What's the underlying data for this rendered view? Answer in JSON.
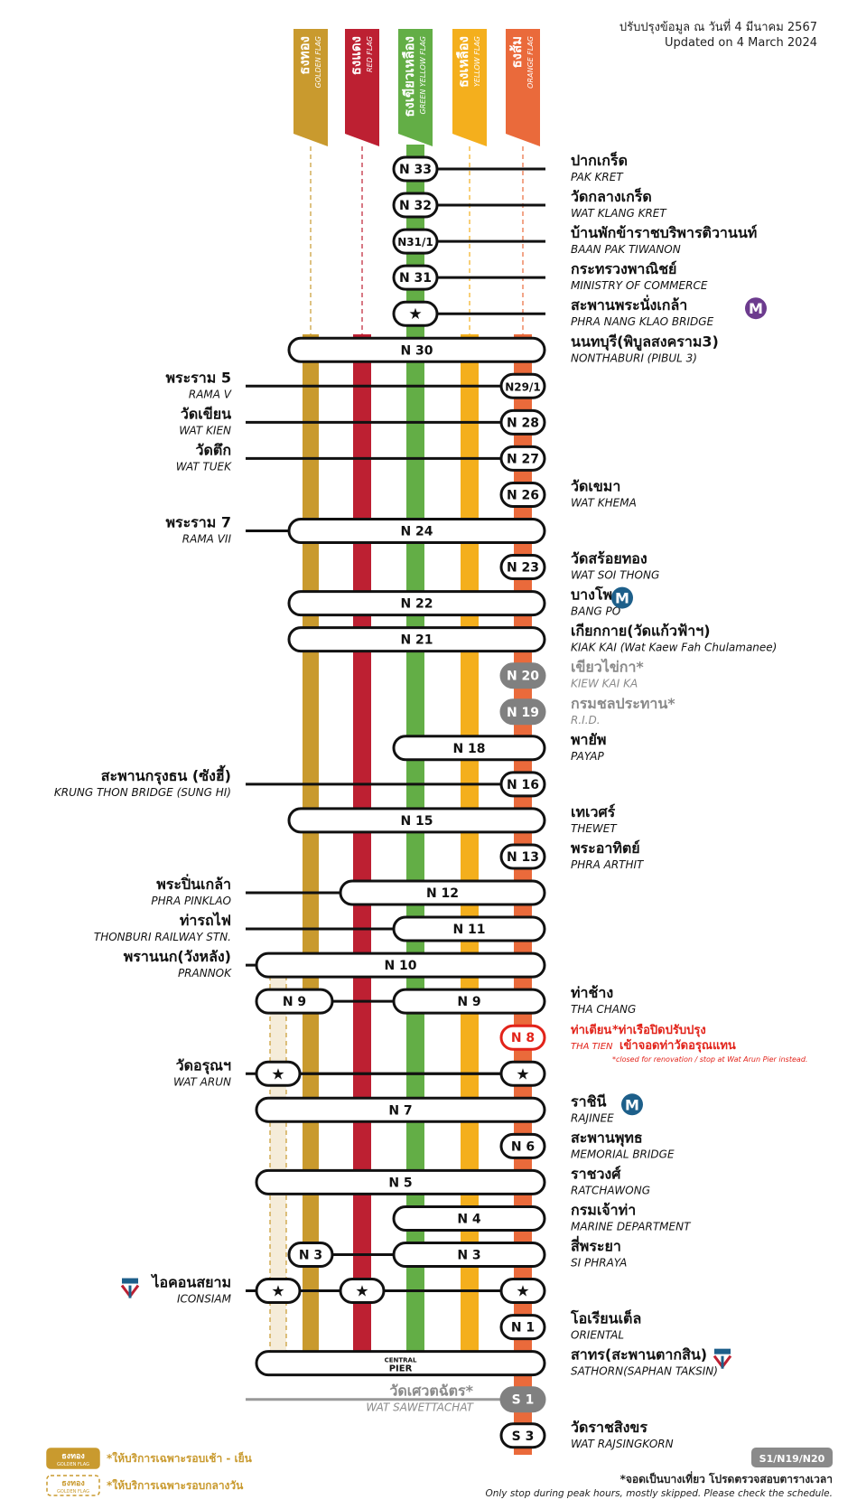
{
  "updated": {
    "thai": "ปรับปรุงข้อมูล ณ วันที่ 4 มีนาคม 2567",
    "english": "Updated on 4 March 2024"
  },
  "colors": {
    "gold": "#c99a2e",
    "red": "#bd2032",
    "green": "#63ae46",
    "yellow": "#f4af1d",
    "orange": "#ea6a3b",
    "cream": "#f5ecd9",
    "grey": "#7f7f7f",
    "alert": "#e2231a",
    "ink": "#1a1a1a",
    "mrt_blue": "#1d5f8a",
    "mrt_purple": "#6c3b8e"
  },
  "flags": [
    {
      "key": "gold",
      "thai": "ธงทอง",
      "english": "GOLDEN FLAG"
    },
    {
      "key": "red",
      "thai": "ธงแดง",
      "english": "RED FLAG"
    },
    {
      "key": "green",
      "thai": "ธงเขียวเหลือง",
      "english": "GREEN YELLOW FLAG"
    },
    {
      "key": "yellow",
      "thai": "ธงเหลือง",
      "english": "YELLOW FLAG"
    },
    {
      "key": "orange",
      "thai": "ธงส้ม",
      "english": "ORANGE FLAG"
    }
  ],
  "stations": [
    {
      "code": "N 33",
      "thai": "ปากเกร็ด",
      "english": "PAK KRET",
      "side": "right",
      "pills": [
        [
          "green"
        ]
      ]
    },
    {
      "code": "N 32",
      "thai": "วัดกลางเกร็ด",
      "english": "WAT KLANG KRET",
      "side": "right",
      "pills": [
        [
          "green"
        ]
      ]
    },
    {
      "code": "N31/1",
      "thai": "บ้านพักข้าราชบริพารติวานนท์",
      "english": "BAAN PAK TIWANON",
      "side": "right",
      "pills": [
        [
          "green"
        ]
      ]
    },
    {
      "code": "N 31",
      "thai": "กระทรวงพาณิชย์",
      "english": "MINISTRY OF COMMERCE",
      "side": "right",
      "pills": [
        [
          "green"
        ]
      ]
    },
    {
      "code": "★",
      "thai": "สะพานพระนั่งเกล้า",
      "english": "PHRA NANG KLAO BRIDGE",
      "side": "right",
      "pills": [
        [
          "green"
        ]
      ],
      "icon": "purple-line"
    },
    {
      "code": "N 30",
      "thai": "นนทบุรี(พิบูลสงคราม3)",
      "english": "NONTHABURI (PIBUL 3)",
      "side": "right",
      "pills": [
        [
          "gold",
          "orange"
        ]
      ]
    },
    {
      "code": "N29/1",
      "thai": "พระราม 5",
      "english": "RAMA V",
      "side": "left",
      "pills": [
        [
          "orange"
        ]
      ]
    },
    {
      "code": "N 28",
      "thai": "วัดเขียน",
      "english": "WAT KIEN",
      "side": "left",
      "pills": [
        [
          "orange"
        ]
      ]
    },
    {
      "code": "N 27",
      "thai": "วัดตึก",
      "english": "WAT TUEK",
      "side": "left",
      "pills": [
        [
          "orange"
        ]
      ]
    },
    {
      "code": "N 26",
      "thai": "วัดเขมา",
      "english": "WAT KHEMA",
      "side": "right",
      "pills": [
        [
          "orange"
        ]
      ]
    },
    {
      "code": "N 24",
      "thai": "พระราม 7",
      "english": "RAMA VII",
      "side": "left",
      "pills": [
        [
          "gold",
          "orange"
        ]
      ]
    },
    {
      "code": "N 23",
      "thai": "วัดสร้อยทอง",
      "english": "WAT SOI THONG",
      "side": "right",
      "pills": [
        [
          "orange"
        ]
      ]
    },
    {
      "code": "N 22",
      "thai": "บางโพ",
      "english": "BANG PO",
      "side": "right",
      "pills": [
        [
          "gold",
          "orange"
        ]
      ],
      "icon": "mrt"
    },
    {
      "code": "N 21",
      "thai": "เกียกกาย(วัดแก้วฟ้าฯ)",
      "english": "KIAK KAI (Wat Kaew Fah Chulamanee)",
      "side": "right",
      "pills": [
        [
          "gold",
          "orange"
        ]
      ]
    },
    {
      "code": "N 20",
      "thai": "เขียวไข่กา*",
      "english": "KIEW KAI KA",
      "side": "right",
      "pills": [
        [
          "orange"
        ]
      ],
      "state": "skip"
    },
    {
      "code": "N 19",
      "thai": "กรมชลประทาน*",
      "english": "R.I.D.",
      "side": "right",
      "pills": [
        [
          "orange"
        ]
      ],
      "state": "skip"
    },
    {
      "code": "N 18",
      "thai": "พายัพ",
      "english": "PAYAP",
      "side": "right",
      "pills": [
        [
          "green",
          "orange"
        ]
      ]
    },
    {
      "code": "N 16",
      "thai": "สะพานกรุงธน (ซังฮี้)",
      "english": "KRUNG THON BRIDGE (SUNG HI)",
      "side": "left",
      "pills": [
        [
          "orange"
        ]
      ]
    },
    {
      "code": "N 15",
      "thai": "เทเวศร์",
      "english": "THEWET",
      "side": "right",
      "pills": [
        [
          "gold",
          "orange"
        ]
      ]
    },
    {
      "code": "N 13",
      "thai": "พระอาทิตย์",
      "english": "PHRA ARTHIT",
      "side": "right",
      "pills": [
        [
          "orange"
        ]
      ]
    },
    {
      "code": "N 12",
      "thai": "พระปิ่นเกล้า",
      "english": "PHRA PINKLAO",
      "side": "left",
      "pills": [
        [
          "red",
          "orange"
        ]
      ]
    },
    {
      "code": "N 11",
      "thai": "ท่ารถไฟ",
      "english": "THONBURI RAILWAY STN.",
      "side": "left",
      "pills": [
        [
          "green",
          "orange"
        ]
      ]
    },
    {
      "code": "N 10",
      "thai": "พรานนก(วังหลัง)",
      "english": "PRANNOK",
      "side": "left",
      "pills": [
        [
          "cream",
          "orange"
        ]
      ]
    },
    {
      "code": "N 9",
      "thai": "ท่าช้าง",
      "english": "THA CHANG",
      "side": "right",
      "pills": [
        [
          "cream",
          "gold"
        ],
        [
          "green",
          "orange"
        ]
      ]
    },
    {
      "code": "N 8",
      "thai": "ท่าเตียน",
      "english": "THA TIEN",
      "side": "right",
      "pills": [
        [
          "orange"
        ]
      ],
      "state": "closed",
      "note_thai_1": "*ท่าเรือปิดปรับปรุง",
      "note_thai_2": "เข้าจอดท่าวัดอรุณแทน",
      "note_en": "*closed for renovation / stop at Wat Arun Pier instead."
    },
    {
      "code": "★",
      "thai": "วัดอรุณฯ",
      "english": "WAT ARUN",
      "side": "left",
      "pills": [
        [
          "cream"
        ],
        [
          "orange"
        ]
      ]
    },
    {
      "code": "N 7",
      "thai": "ราชินี",
      "english": "RAJINEE",
      "side": "right",
      "pills": [
        [
          "cream",
          "orange"
        ]
      ],
      "icon": "mrt"
    },
    {
      "code": "N 6",
      "thai": "สะพานพุทธ",
      "english": "MEMORIAL BRIDGE",
      "side": "right",
      "pills": [
        [
          "orange"
        ]
      ]
    },
    {
      "code": "N 5",
      "thai": "ราชวงศ์",
      "english": "RATCHAWONG",
      "side": "right",
      "pills": [
        [
          "cream",
          "orange"
        ]
      ]
    },
    {
      "code": "N 4",
      "thai": "กรมเจ้าท่า",
      "english": "MARINE DEPARTMENT",
      "side": "right",
      "pills": [
        [
          "green",
          "orange"
        ]
      ]
    },
    {
      "code": "N 3",
      "thai": "สี่พระยา",
      "english": "SI PHRAYA",
      "side": "right",
      "pills": [
        [
          "gold"
        ],
        [
          "green",
          "orange"
        ]
      ]
    },
    {
      "code": "★",
      "thai": "ไอคอนสยาม",
      "english": "ICONSIAM",
      "side": "left",
      "pills": [
        [
          "cream"
        ],
        [
          "red"
        ],
        [
          "orange"
        ]
      ],
      "icon": "bts"
    },
    {
      "code": "N 1",
      "thai": "โอเรียนเต็ล",
      "english": "ORIENTAL",
      "side": "right",
      "pills": [
        [
          "orange"
        ]
      ]
    },
    {
      "code": "CENTRAL PIER",
      "thai": "สาทร(สะพานตากสิน)",
      "english": "SATHORN(SAPHAN TAKSIN)",
      "side": "right",
      "pills": [
        [
          "cream",
          "orange"
        ]
      ],
      "icon": "bts"
    },
    {
      "code": "S 1",
      "thai": "วัดเศวตฉัตร*",
      "english": "WAT SAWETTACHAT",
      "side": "left",
      "pills": [
        [
          "orange"
        ]
      ],
      "state": "skip"
    },
    {
      "code": "S 3",
      "thai": "วัดราชสิงขร",
      "english": "WAT RAJSINGKORN",
      "side": "right",
      "pills": [
        [
          "orange"
        ]
      ]
    }
  ],
  "central_pier": {
    "line1": "CENTRAL",
    "line2": "PIER"
  },
  "legend": [
    {
      "flag_thai": "ธงทอง",
      "flag_en": "GOLDEN FLAG",
      "text": "*ให้บริการเฉพาะรอบเช้า - เย็น",
      "style": "solid"
    },
    {
      "flag_thai": "ธงทอง",
      "flag_en": "GOLDEN FLAG",
      "text": "*ให้บริการเฉพาะรอบกลางวัน",
      "style": "dashed"
    }
  ],
  "footer": {
    "badge": "S1/N19/N20",
    "thai": "*จอดเป็นบางเที่ยว โปรดตรวจสอบตารางเวลา",
    "english": "Only stop during peak hours, mostly skipped. Please check the schedule."
  },
  "icons": {
    "star": "star-icon",
    "mrt": "mrt-icon",
    "purple": "purple-line-icon",
    "bts": "bts-icon"
  }
}
